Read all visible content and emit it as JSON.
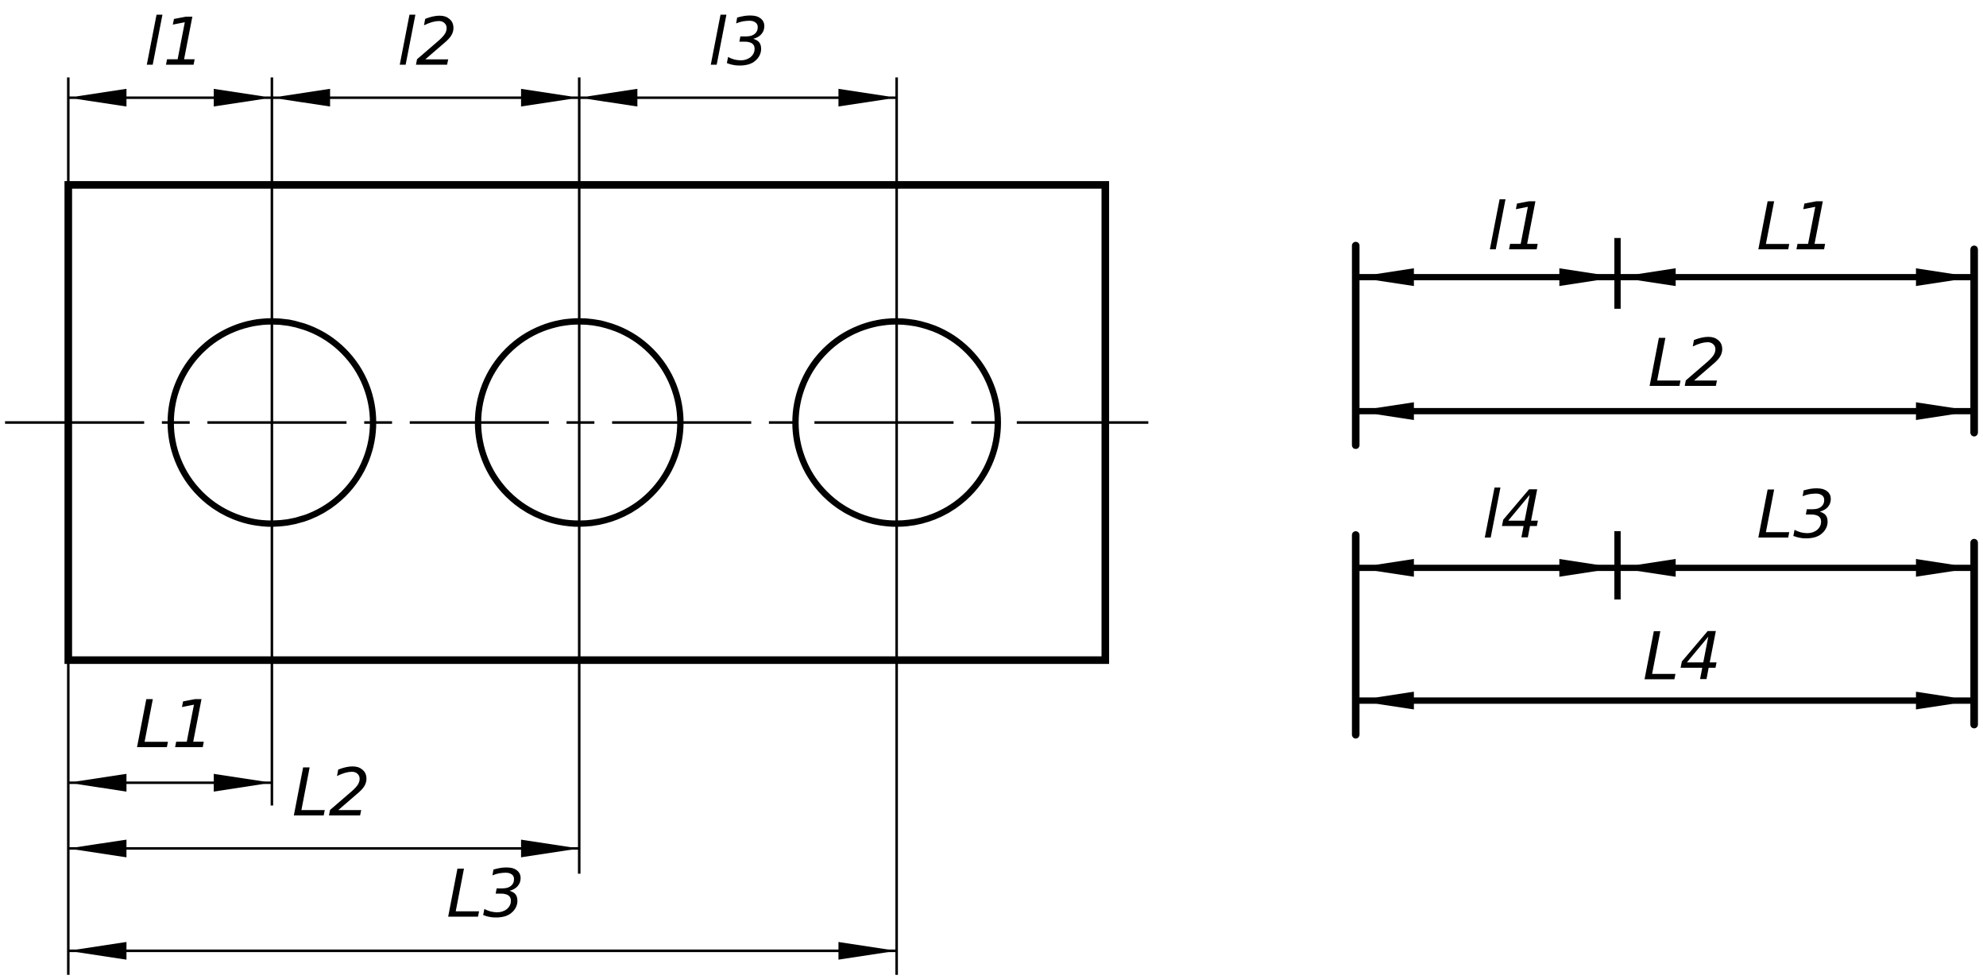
{
  "drawing": {
    "colors": {
      "stroke": "#000000",
      "background": "#ffffff"
    },
    "plate": {
      "holes": 3
    },
    "top_dimensions": {
      "l1": "l1",
      "l2": "l2",
      "l3": "l3"
    },
    "bottom_dimensions": {
      "L1": "L1",
      "L2": "L2",
      "L3": "L3"
    },
    "scheme_upper": {
      "left_label": "l1",
      "right_label": "L1",
      "total_label": "L2"
    },
    "scheme_lower": {
      "left_label": "l4",
      "right_label": "L3",
      "total_label": "L4"
    }
  }
}
